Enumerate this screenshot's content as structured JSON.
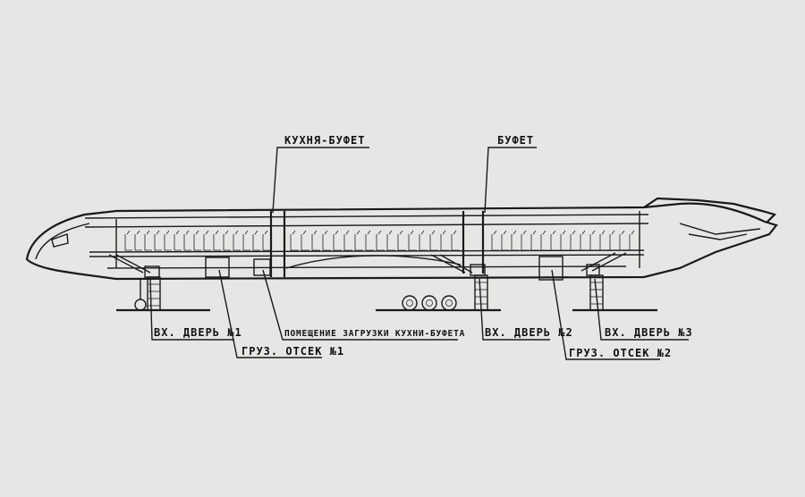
{
  "callouts": {
    "kitchen_buffet": "КУХНЯ-БУФЕТ",
    "buffet": "БУФЕТ",
    "door_1": "ВХ. ДВЕРЬ №1",
    "cargo_1": "ГРУЗ. ОТСЕК №1",
    "galley_loading": "ПОМЕЩЕНИЕ ЗАГРУЗКИ КУХНИ-БУФЕТА",
    "door_2": "ВХ. ДВЕРЬ №2",
    "cargo_2": "ГРУЗ. ОТСЕК №2",
    "door_3": "ВХ. ДВЕРЬ №3"
  }
}
